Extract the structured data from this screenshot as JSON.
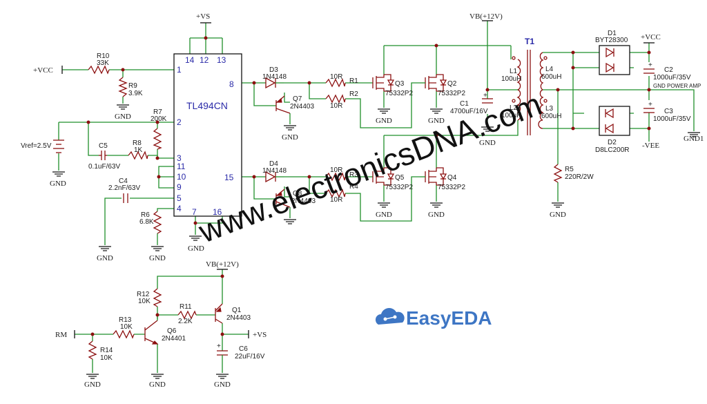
{
  "chip": {
    "name": "TL494CN",
    "pins": [
      "1",
      "2",
      "3",
      "4",
      "5",
      "7",
      "8",
      "9",
      "10",
      "11",
      "12",
      "13",
      "14",
      "15",
      "16"
    ]
  },
  "nets": {
    "vs_top": "+VS",
    "vcc_in": "+VCC",
    "vref": "Vref=2.5V",
    "vb_top": "VB(+12V)",
    "vb_bottom": "VB(+12V)",
    "vcc_out": "+VCC",
    "vee_out": "-VEE",
    "gnd_power_amp": "GND POWER AMP",
    "gnd1": "GND1",
    "gnd": "GND",
    "rm": "RM",
    "vs_out": "+VS",
    "transformer": "T1"
  },
  "components": {
    "r10": {
      "ref": "R10",
      "value": "33K"
    },
    "r9": {
      "ref": "R9",
      "value": "3.9K"
    },
    "r7": {
      "ref": "R7",
      "value": "200K"
    },
    "r8": {
      "ref": "R8",
      "value": "1K"
    },
    "c5": {
      "ref": "C5",
      "value": "0.1uF/63V"
    },
    "c4": {
      "ref": "C4",
      "value": "2.2nF/63V"
    },
    "r6": {
      "ref": "R6",
      "value": "6.8K"
    },
    "d3": {
      "ref": "D3",
      "value": "1N4148"
    },
    "d4": {
      "ref": "D4",
      "value": "1N4148"
    },
    "q7": {
      "ref": "Q7",
      "value": "2N4403"
    },
    "q8": {
      "ref": "Q8",
      "value": "2N4403"
    },
    "r1": {
      "ref": "R1",
      "value": "10R"
    },
    "r2": {
      "ref": "R2",
      "value": "10R"
    },
    "r3": {
      "ref": "R3",
      "value": "10R"
    },
    "r4": {
      "ref": "R4",
      "value": "10R"
    },
    "q3": {
      "ref": "Q3",
      "value": "75332P2"
    },
    "q2": {
      "ref": "Q2",
      "value": "75332P2"
    },
    "q5": {
      "ref": "Q5",
      "value": "75332P2"
    },
    "q4": {
      "ref": "Q4",
      "value": "75332P2"
    },
    "c1": {
      "ref": "C1",
      "value": "4700uF/16V"
    },
    "l1": {
      "ref": "L1",
      "value": "100uH"
    },
    "l2": {
      "ref": "L2",
      "value": "100uH"
    },
    "l4": {
      "ref": "L4",
      "value": "600uH"
    },
    "l3": {
      "ref": "L3",
      "value": "600uH"
    },
    "d1": {
      "ref": "D1",
      "value": "BYT28300"
    },
    "d2": {
      "ref": "D2",
      "value": "D8LC200R"
    },
    "c2": {
      "ref": "C2",
      "value": "1000uF/35V"
    },
    "c3": {
      "ref": "C3",
      "value": "1000uF/35V"
    },
    "r5": {
      "ref": "R5",
      "value": "220R/2W"
    },
    "r12": {
      "ref": "R12",
      "value": "10K"
    },
    "r11": {
      "ref": "R11",
      "value": "2.2K"
    },
    "r13": {
      "ref": "R13",
      "value": "10K"
    },
    "r14": {
      "ref": "R14",
      "value": "10K"
    },
    "q1": {
      "ref": "Q1",
      "value": "2N4403"
    },
    "q6": {
      "ref": "Q6",
      "value": "2N4401"
    },
    "c6": {
      "ref": "C6",
      "value": "22uF/16V"
    }
  },
  "watermark": "www.electronicsDNA.com",
  "logo": {
    "text": "EasyEDA",
    "color": "#3e76c4"
  },
  "colors": {
    "wire": "#1f8f2a",
    "component": "#8c1010",
    "pin_text": "#2a2aa8"
  }
}
